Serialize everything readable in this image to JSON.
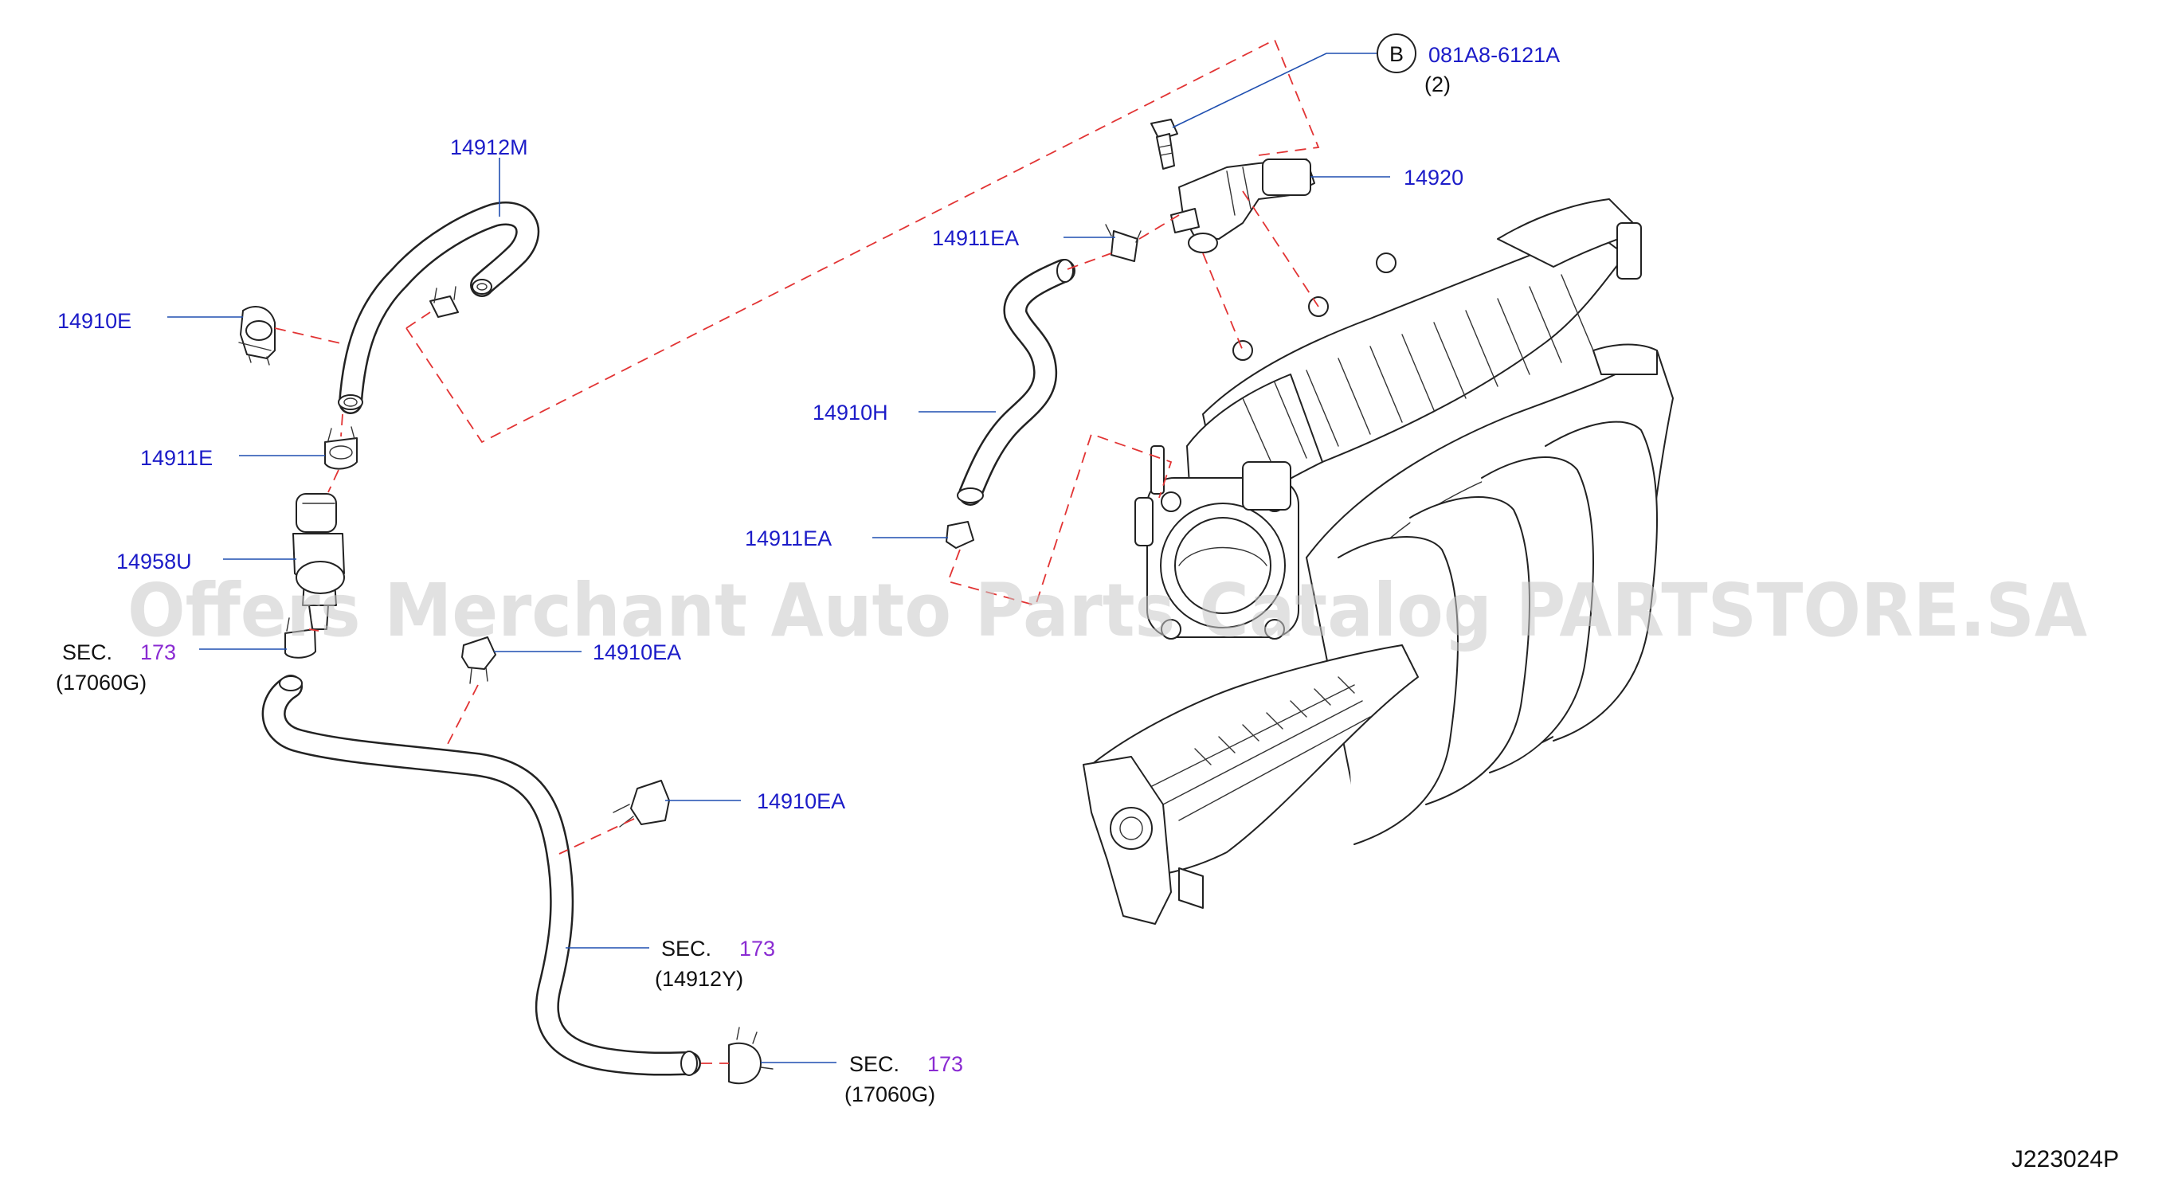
{
  "diagram": {
    "labels": {
      "hose_14912m": "14912M",
      "clamp_14910e": "14910E",
      "clamp_14911e": "14911E",
      "valve_14958u": "14958U",
      "clamp_14910ea_upper": "14910EA",
      "clamp_14910ea_lower": "14910EA",
      "clamp_14911ea_upper": "14911EA",
      "hose_14910h": "14910H",
      "clamp_14911ea_lower": "14911EA",
      "valve_14920": "14920",
      "bolt_part": "081A8-6121A",
      "bolt_qty": "(2)",
      "bolt_circle": "B"
    },
    "sections": {
      "sec1": {
        "prefix": "SEC.",
        "number": "173",
        "sub": "(17060G)"
      },
      "sec2": {
        "prefix": "SEC.",
        "number": "173",
        "sub": "(14912Y)"
      },
      "sec3": {
        "prefix": "SEC.",
        "number": "173",
        "sub": "(17060G)"
      }
    },
    "watermark": "Offers Merchant Auto Parts Catalog PARTSTORE.SA",
    "reference_code": "J223024P"
  },
  "colors": {
    "part_number": "#1c1cc8",
    "section_number": "#8a2bd2",
    "leader_line": "#1f4fb0",
    "dashed_line": "#e23434",
    "outline": "#222222"
  }
}
